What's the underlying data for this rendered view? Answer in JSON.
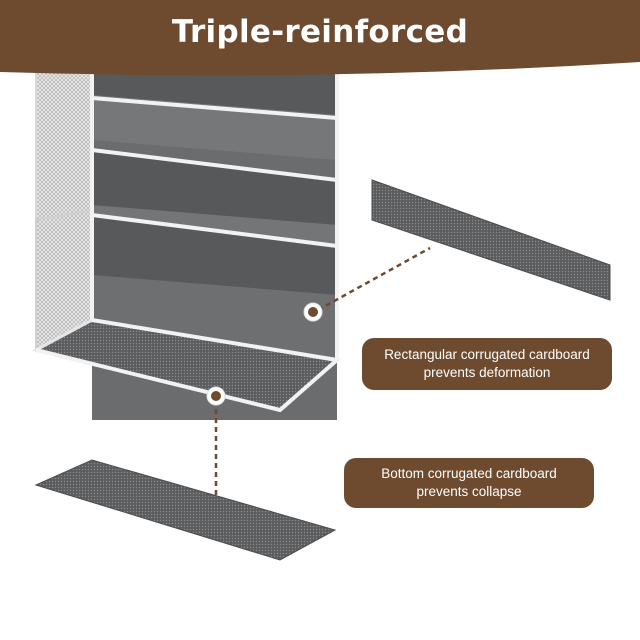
{
  "banner": {
    "title": "Triple-reinforced",
    "color": "#6e4a2f"
  },
  "callouts": [
    {
      "line1": "Rectangular corrugated cardboard",
      "line2": "prevents deformation"
    },
    {
      "line1": "Bottom corrugated cardboard",
      "line2": "prevents collapse"
    }
  ],
  "colors": {
    "mesh": "#5c5e60",
    "frame": "#f2f2f2",
    "marker_dot": "#6e4a2f"
  }
}
